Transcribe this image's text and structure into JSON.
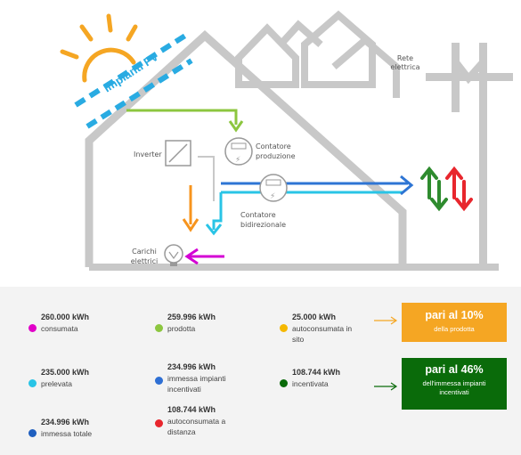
{
  "diagram": {
    "panel_label": "Impianti FV",
    "grid_label_line1": "Rete",
    "grid_label_line2": "elettrica",
    "inverter_label": "Inverter",
    "prod_meter_line1": "Contatore",
    "prod_meter_line2": "produzione",
    "bidir_meter_line1": "Contatore",
    "bidir_meter_line2": "bidirezionale",
    "loads_line1": "Carichi",
    "loads_line2": "elettrici",
    "colors": {
      "solar_orange": "#f5a623",
      "panel_blue": "#29abe2",
      "flow_green": "#8cc63f",
      "flow_orange": "#f7941d",
      "flow_blue_dark": "#2e75d4",
      "flow_cyan": "#29c4e6",
      "flow_magenta": "#d400d4",
      "up_green": "#2e8b2e",
      "down_red": "#e8262d",
      "house_gray": "#c8c8c8"
    }
  },
  "stats": [
    {
      "value": "260.000 kWh",
      "label": "consumata",
      "color": "#e100c8"
    },
    {
      "value": "259.996 kWh",
      "label": "prodotta",
      "color": "#8cc63f"
    },
    {
      "value": "25.000 kWh",
      "label": "autoconsumata in sito",
      "color": "#f5b800"
    },
    {
      "value": "235.000 kWh",
      "label": "prelevata",
      "color": "#29c4e6"
    },
    {
      "value": "234.996 kWh",
      "label": "immessa impianti incentivati",
      "color": "#2e6fd4"
    },
    {
      "value": "108.744 kWh",
      "label": "incentivata",
      "color": "#0a6b0a"
    },
    {
      "value": "234.996 kWh",
      "label": "immessa totale",
      "color": "#1f5fbf"
    },
    {
      "value": "108.744 kWh",
      "label": "autoconsumata a distanza",
      "color": "#e8262d"
    }
  ],
  "callouts": [
    {
      "title": "pari al 10%",
      "subtitle": "della prodotta",
      "color": "#f5a623"
    },
    {
      "title": "pari al 46%",
      "subtitle": "dell'immessa impianti incentivati",
      "color": "#0a6b0a"
    }
  ]
}
